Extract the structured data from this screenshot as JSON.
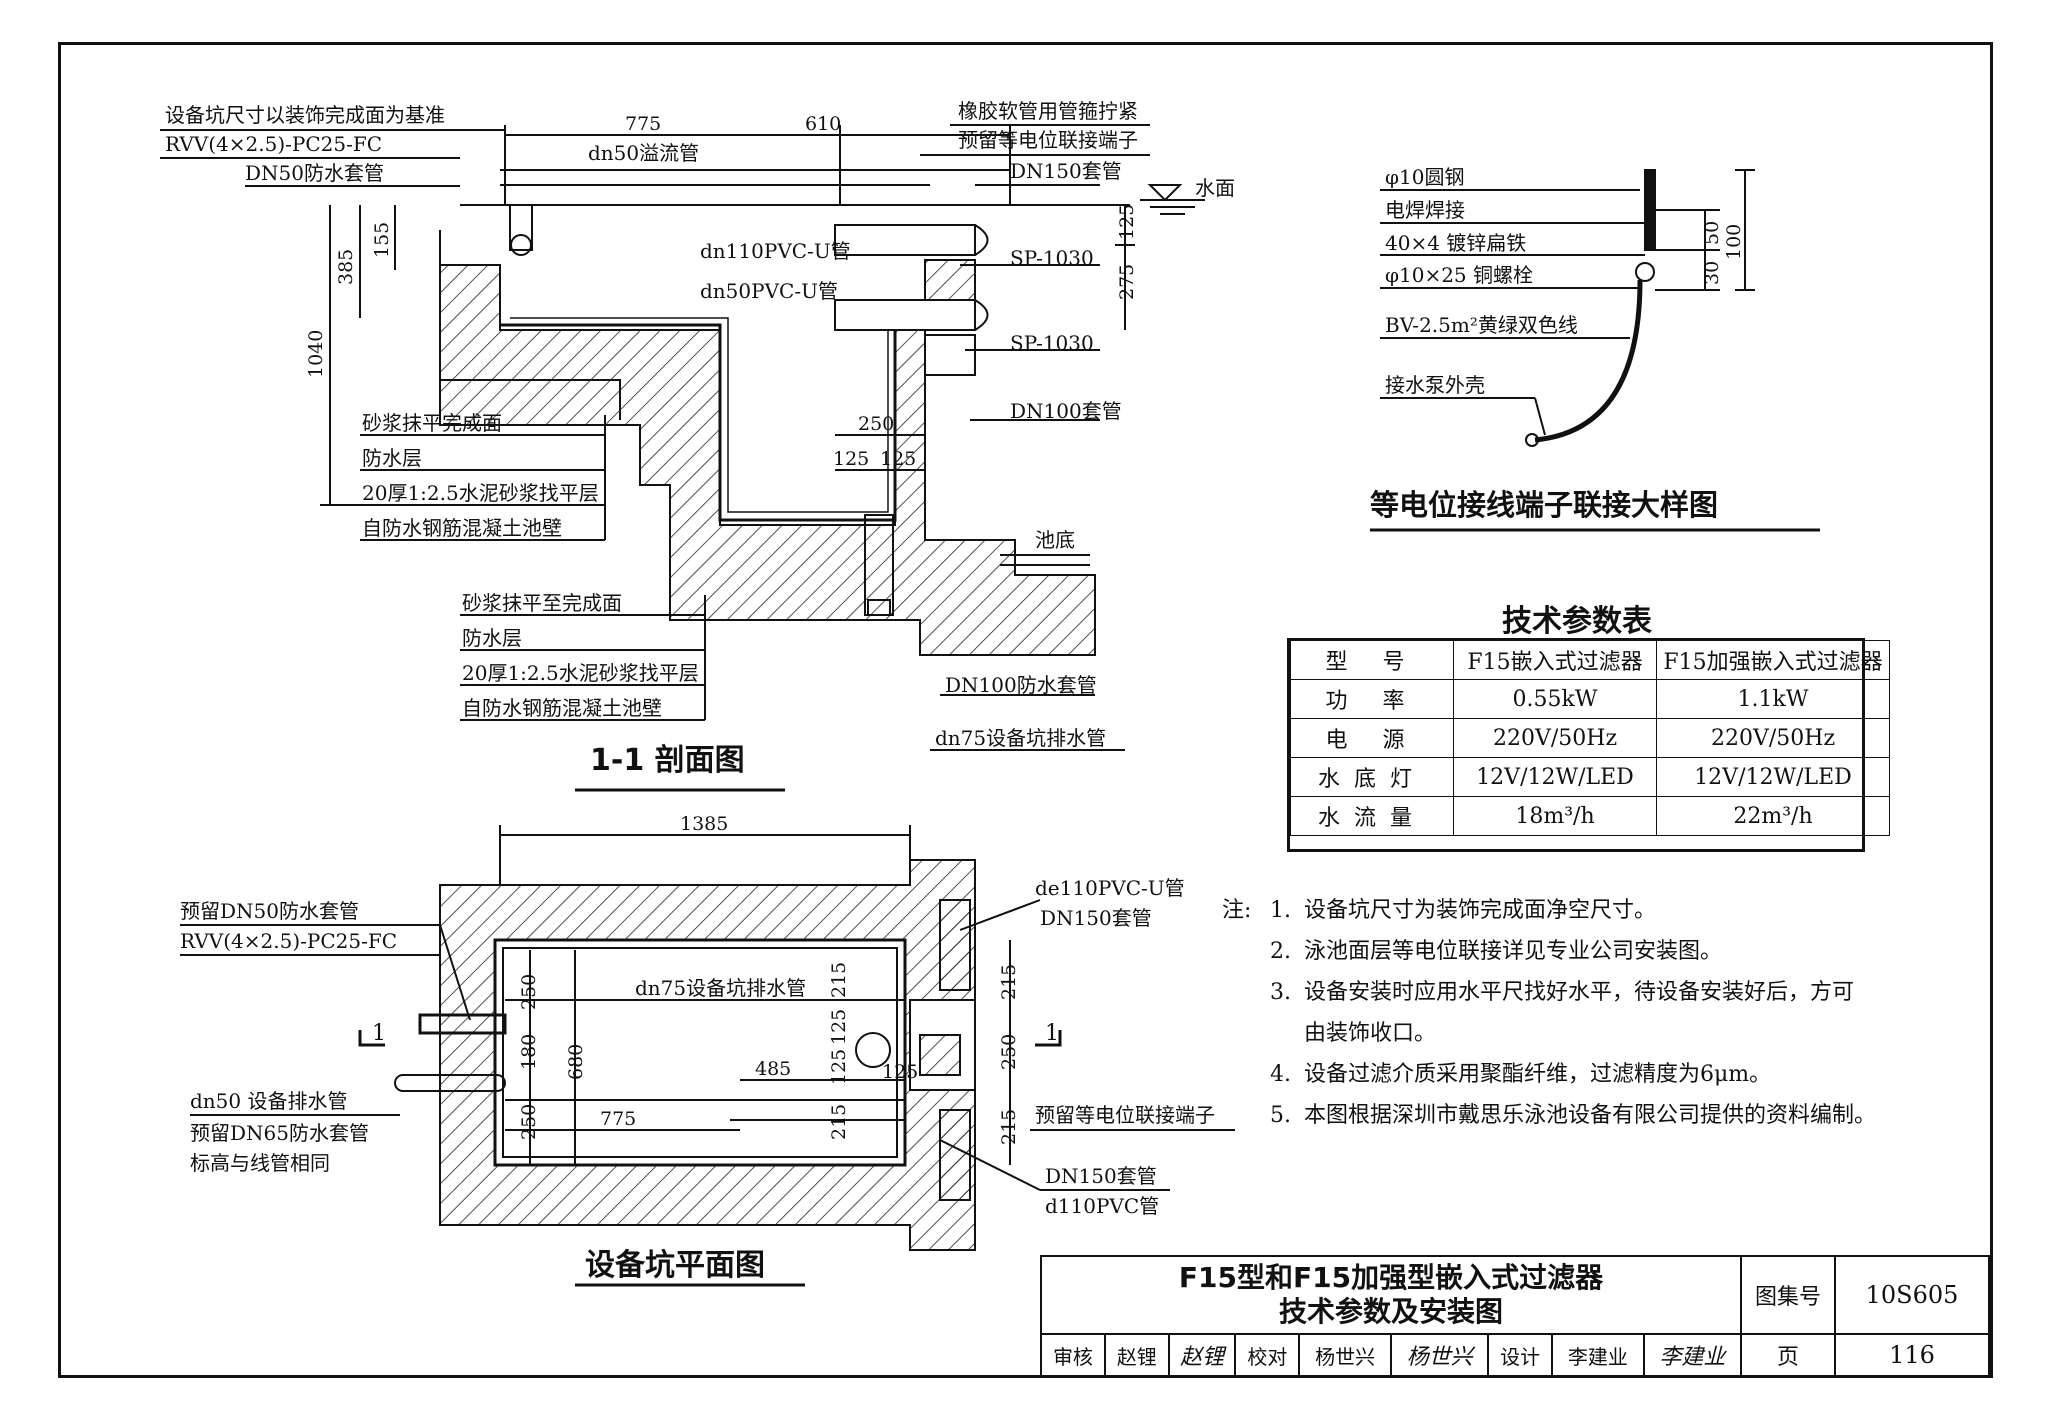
{
  "section": {
    "title": "1-1 剖面图",
    "dims": {
      "d775": "775",
      "d610": "610",
      "d385": "385",
      "d155": "155",
      "d1040": "1040",
      "d125a": "125",
      "d275": "275",
      "d250": "250",
      "d125b": "125",
      "d125c": "125"
    },
    "labels": {
      "base_note": "设备坑尺寸以装饰完成面为基准",
      "rvv": "RVV(4×2.5)-PC25-FC",
      "dn50_sleeve": "DN50防水套管",
      "dn50_overflow": "dn50溢流管",
      "rubber_hose": "橡胶软管用管箍拧紧",
      "eq_terminal": "预留等电位联接端子",
      "dn150": "DN150套管",
      "water_surface": "水面",
      "dn110": "dn110PVC-U管",
      "dn50pvc": "dn50PVC-U管",
      "sp1": "SP-1030",
      "sp2": "SP-1030",
      "dn100": "DN100套管",
      "pool_bottom": "池底",
      "dn100_waterproof": "DN100防水套管",
      "dn75_drain": "dn75设备坑排水管"
    },
    "layers_upper": [
      "砂浆抹平完成面",
      "防水层",
      "20厚1:2.5水泥砂浆找平层",
      "自防水钢筋混凝土池壁"
    ],
    "layers_lower": [
      "砂浆抹平至完成面",
      "防水层",
      "20厚1:2.5水泥砂浆找平层",
      "自防水钢筋混凝土池壁"
    ]
  },
  "detail": {
    "title": "等电位接线端子联接大样图",
    "labels": [
      "φ10圆钢",
      "电焊焊接",
      "40×4 镀锌扁铁",
      "φ10×25 铜螺栓",
      "BV-2.5m²黄绿双色线",
      "接水泵外壳"
    ],
    "dims": {
      "d50": "50",
      "d30": "30",
      "d100": "100"
    }
  },
  "tech_table": {
    "title": "技术参数表",
    "header": [
      "型 号",
      "F15嵌入式过滤器",
      "F15加强嵌入式过滤器"
    ],
    "rows": [
      [
        "功 率",
        "0.55kW",
        "1.1kW"
      ],
      [
        "电 源",
        "220V/50Hz",
        "220V/50Hz"
      ],
      [
        "水底灯",
        "12V/12W/LED",
        "12V/12W/LED"
      ],
      [
        "水流量",
        "18m³/h",
        "22m³/h"
      ]
    ]
  },
  "notes": {
    "prefix": "注:",
    "items": [
      {
        "num": "1.",
        "text": "设备坑尺寸为装饰完成面净空尺寸。"
      },
      {
        "num": "2.",
        "text": "泳池面层等电位联接详见专业公司安装图。"
      },
      {
        "num": "3.",
        "text": "设备安装时应用水平尺找好水平，待设备安装好后，方可"
      },
      {
        "num": "",
        "text": "由装饰收口。"
      },
      {
        "num": "4.",
        "text": "设备过滤介质采用聚酯纤维，过滤精度为6μm。"
      },
      {
        "num": "5.",
        "text": "本图根据深圳市戴思乐泳池设备有限公司提供的资料编制。"
      }
    ]
  },
  "plan": {
    "title": "设备坑平面图",
    "dims": {
      "d1385": "1385",
      "d250a": "250",
      "d180": "180",
      "d250b": "250",
      "d680": "680",
      "d485": "485",
      "d775": "775",
      "d215a": "215",
      "d125a": "125",
      "d125b": "125",
      "d215b": "215",
      "d215c": "215",
      "d250c": "250",
      "d215d": "215",
      "d125c": "125"
    },
    "labels": {
      "dn50_reserve": "预留DN50防水套管",
      "rvv": "RVV(4×2.5)-PC25-FC",
      "drain": "dn50 设备排水管",
      "dn65": "预留DN65防水套管",
      "elev": "标高与线管相同",
      "dn75": "dn75设备坑排水管",
      "de110": "de110PVC-U管",
      "dn150": "DN150套管",
      "eq": "预留等电位联接端子",
      "dn150b": "DN150套管",
      "d110": "d110PVC管",
      "cut_left": "1",
      "cut_right": "1"
    }
  },
  "titleblock": {
    "title_line1": "F15型和F15加强型嵌入式过滤器",
    "title_line2": "技术参数及安装图",
    "atlas_label": "图集号",
    "atlas_no": "10S605",
    "page_label": "页",
    "page_no": "116",
    "review_label": "审核",
    "review_name": "赵锂",
    "review_sig": "赵锂",
    "check_label": "校对",
    "check_name": "杨世兴",
    "check_sig": "杨世兴",
    "design_label": "设计",
    "design_name": "李建业",
    "design_sig": "李建业"
  }
}
